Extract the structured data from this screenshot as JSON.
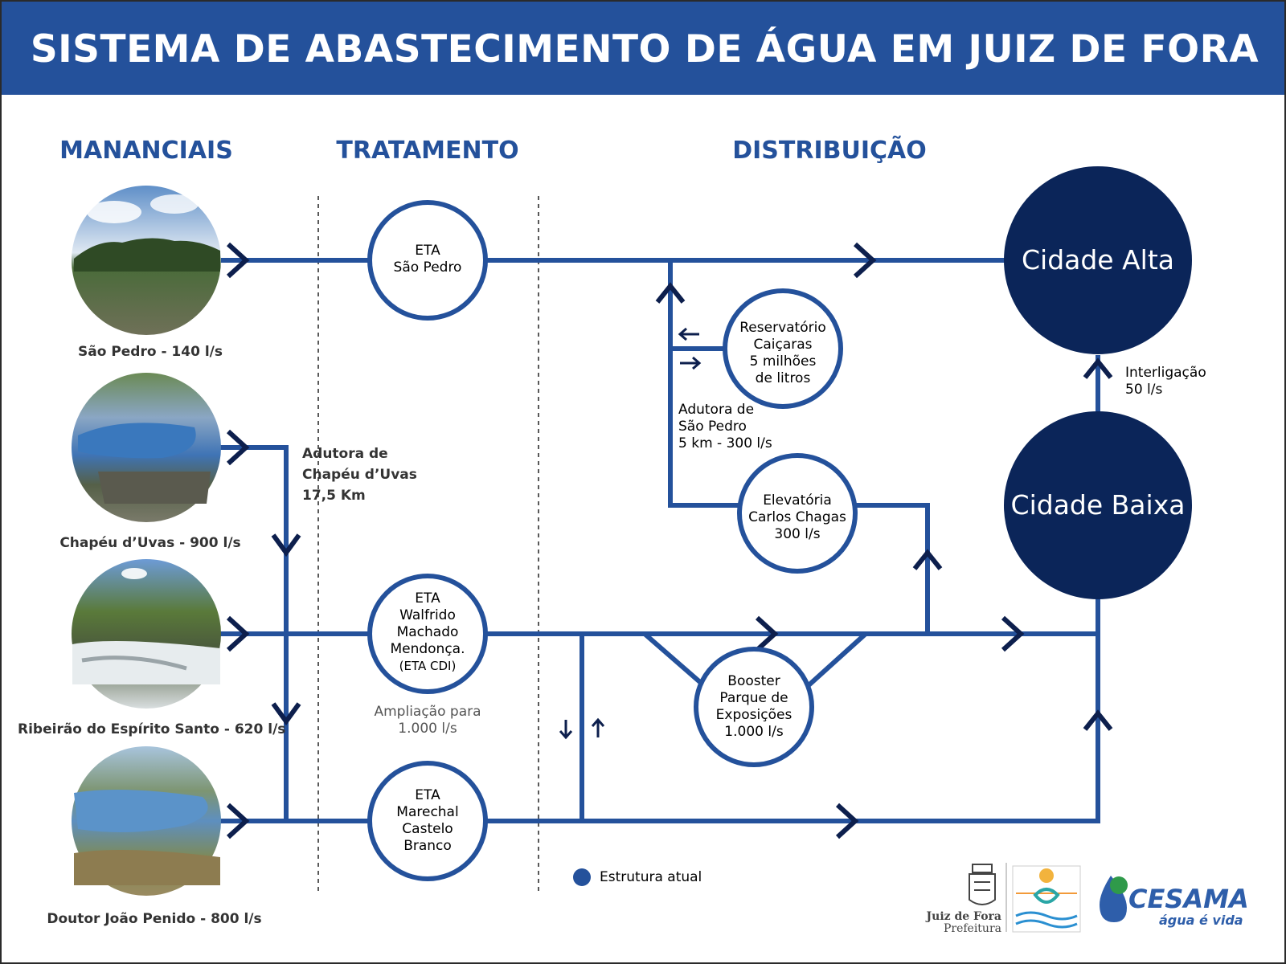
{
  "title": "SISTEMA DE ABASTECIMENTO DE ÁGUA EM JUIZ DE FORA",
  "columns": {
    "mananciais": "MANANCIAIS",
    "tratamento": "TRATAMENTO",
    "distribuicao": "DISTRIBUIÇÃO"
  },
  "sources": [
    {
      "label": "São Pedro - 140 l/s",
      "photo": "lake-forest-photo"
    },
    {
      "label": "Chapéu d’Uvas - 900 l/s",
      "photo": "dam-reservoir-photo"
    },
    {
      "label": "Ribeirão do Espírito Santo - 620 l/s",
      "photo": "river-rapids-photo"
    },
    {
      "label": "Doutor João Penido - 800 l/s",
      "photo": "reservoir-hills-photo"
    }
  ],
  "adutora_chapeu": {
    "line1": "Adutora de",
    "line2": "Chapéu d’Uvas",
    "line3": "17,5 Km"
  },
  "eta_sao_pedro": {
    "line1": "ETA",
    "line2": "São Pedro"
  },
  "eta_cdi": {
    "line1": "ETA",
    "line2": "Walfrido",
    "line3": "Machado",
    "line4": "Mendonça.",
    "line5": "(ETA CDI)"
  },
  "ampliacao": {
    "line1": "Ampliação para",
    "line2": "1.000 l/s"
  },
  "eta_marechal": {
    "line1": "ETA",
    "line2": "Marechal",
    "line3": "Castelo",
    "line4": "Branco"
  },
  "reservatorio": {
    "line1": "Reservatório",
    "line2": "Caiçaras",
    "line3": "5 milhões",
    "line4": "de litros"
  },
  "adutora_sao_pedro": {
    "line1": "Adutora de",
    "line2": "São Pedro",
    "line3": "5 km - 300 l/s"
  },
  "elevatoria": {
    "line1": "Elevatória",
    "line2": "Carlos Chagas",
    "line3": "300 l/s"
  },
  "booster": {
    "line1": "Booster",
    "line2": "Parque de",
    "line3": "Exposições",
    "line4": "1.000 l/s"
  },
  "cidade_alta": "Cidade Alta",
  "cidade_baixa": "Cidade Baixa",
  "interligacao": {
    "line1": "Interligação",
    "line2": "50 l/s"
  },
  "legend": "Estrutura atual",
  "logos": {
    "prefeitura_line1": "Juiz de Fora",
    "prefeitura_line2": "Prefeitura",
    "cesama_name": "CESAMA",
    "cesama_tagline": "água é vida"
  },
  "colors": {
    "banner": "#24519b",
    "pipe": "#24519b",
    "arrow": "#0d1f4d",
    "city": "#0b2559",
    "legend_dot": "#24519b"
  }
}
